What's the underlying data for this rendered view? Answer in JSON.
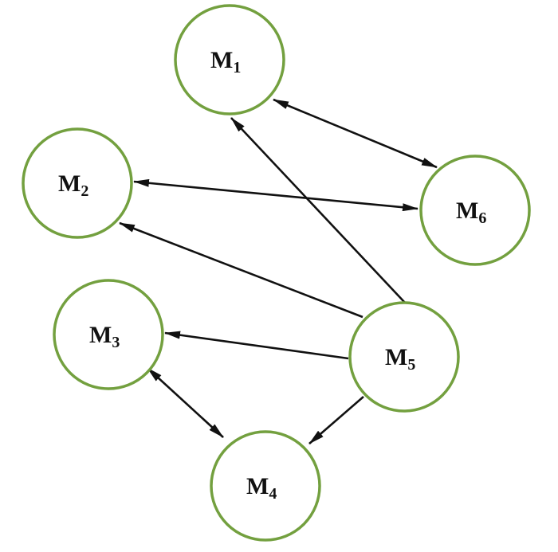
{
  "colors": {
    "node_stroke": "#73a03f",
    "edge": "#111111"
  },
  "nodes": [
    {
      "id": "M1",
      "main": "M",
      "sub": "1"
    },
    {
      "id": "M2",
      "main": "M",
      "sub": "2"
    },
    {
      "id": "M3",
      "main": "M",
      "sub": "3"
    },
    {
      "id": "M4",
      "main": "M",
      "sub": "4"
    },
    {
      "id": "M5",
      "main": "M",
      "sub": "5"
    },
    {
      "id": "M6",
      "main": "M",
      "sub": "6"
    }
  ],
  "edges": [
    {
      "from": "M1",
      "to": "M6",
      "bidirectional": true
    },
    {
      "from": "M2",
      "to": "M6",
      "bidirectional": true
    },
    {
      "from": "M5",
      "to": "M1",
      "bidirectional": false
    },
    {
      "from": "M5",
      "to": "M2",
      "bidirectional": false
    },
    {
      "from": "M5",
      "to": "M3",
      "bidirectional": false
    },
    {
      "from": "M5",
      "to": "M4",
      "bidirectional": false
    },
    {
      "from": "M3",
      "to": "M4",
      "bidirectional": true
    }
  ]
}
